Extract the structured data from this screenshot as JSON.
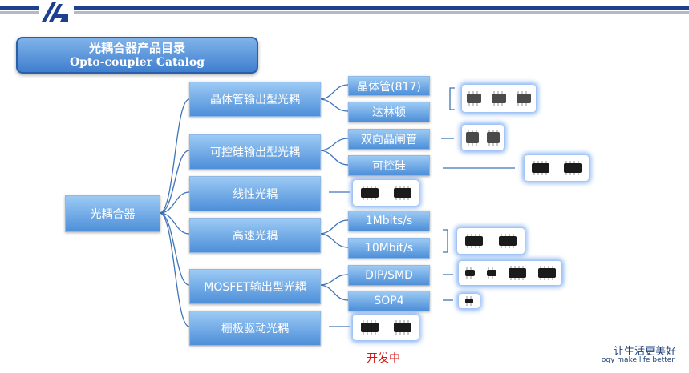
{
  "header": {
    "logo_text": "HL"
  },
  "title": {
    "cn": "光耦合器产品目录",
    "en": "Opto-coupler  Catalog"
  },
  "root": {
    "label": "光耦合器"
  },
  "categories": [
    {
      "label": "晶体管输出型光耦"
    },
    {
      "label": "可控硅输出型光耦"
    },
    {
      "label": "线性光耦"
    },
    {
      "label": "高速光耦"
    },
    {
      "label": "MOSFET输出型光耦"
    },
    {
      "label": "栅极驱动光耦"
    }
  ],
  "subcategories": [
    {
      "label": "晶体管(817)"
    },
    {
      "label": "达林顿"
    },
    {
      "label": "双向晶闸管"
    },
    {
      "label": "可控硅"
    },
    {
      "label": "1Mbits/s"
    },
    {
      "label": "10Mbit/s"
    },
    {
      "label": "DIP/SMD"
    },
    {
      "label": "SOP4"
    }
  ],
  "status": {
    "developing": "开发中"
  },
  "footer": {
    "slogan_cn": "让生活更美好",
    "slogan_en": "ogy make life  better."
  },
  "colors": {
    "node_top": "#9ccaf4",
    "node_bottom": "#4d8fd9",
    "line": "#3f74b8",
    "accent": "#d21414",
    "brand": "#1f3f8f"
  }
}
